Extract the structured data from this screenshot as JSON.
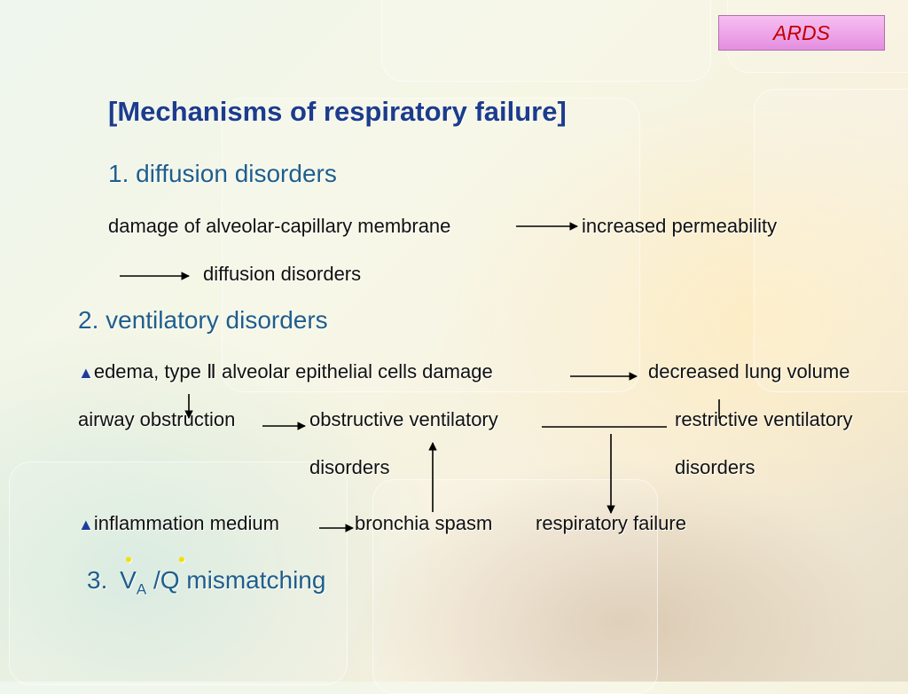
{
  "badge": "ARDS",
  "title": "[Mechanisms of respiratory failure]",
  "section1": {
    "heading": "1. diffusion disorders",
    "line1_left": "damage of alveolar-capillary membrane",
    "line1_right": "increased permeability",
    "line2": "diffusion disorders"
  },
  "section2": {
    "heading": "2. ventilatory disorders",
    "bullet_symbol": "▲",
    "edema": "edema, type Ⅱ alveolar epithelial cells damage",
    "decreased": "decreased lung volume",
    "airway": "airway obstruction",
    "obstructive": "obstructive ventilatory",
    "restrictive": "restrictive ventilatory",
    "disorders_a": "disorders",
    "disorders_b": "disorders",
    "inflammation": "inflammation medium",
    "spasm": "bronchia spasm",
    "resp_failure": "respiratory failure"
  },
  "section3": {
    "number": "3.",
    "v": "V",
    "sub": "A",
    "rest": "/Q mismatching",
    "dot": "•"
  },
  "colors": {
    "title": "#1c3c8c",
    "heading": "#1f5e8c",
    "badge_text": "#c00000",
    "badge_bg": "#f0aaea"
  }
}
